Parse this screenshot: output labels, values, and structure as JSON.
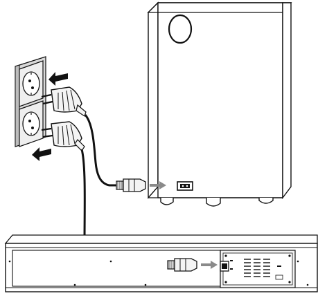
{
  "colors": {
    "line": "#111111",
    "wall_plate": "#dcdcdc",
    "cable": "#111111",
    "arrow_gray": "#8a8a8a",
    "plug_fill": "#f4f4f4",
    "panel_fill": "#f2f2f2"
  },
  "icons": {
    "arrow_into_outlet": "black-arrow",
    "arrow_to_inlet": "gray-arrow",
    "plug": "euro-plug",
    "connector": "iec-c7-connector"
  }
}
